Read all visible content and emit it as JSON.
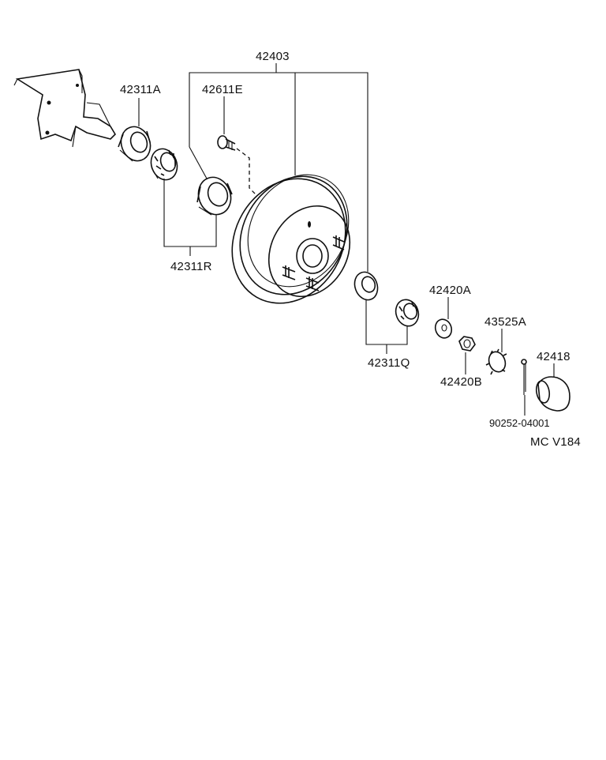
{
  "diagram": {
    "labels": {
      "drum_assembly": "42403",
      "hub_bolt": "42611E",
      "outer_bearing_a": "42311A",
      "inner_bearing_r": "42311R",
      "bearing_q": "42311Q",
      "washer_a": "42420A",
      "nut_b": "42420B",
      "lock_cap": "43525A",
      "grease_cap": "42418",
      "cotter_pin": "90252-04001",
      "figure_code": "MC V184"
    }
  }
}
